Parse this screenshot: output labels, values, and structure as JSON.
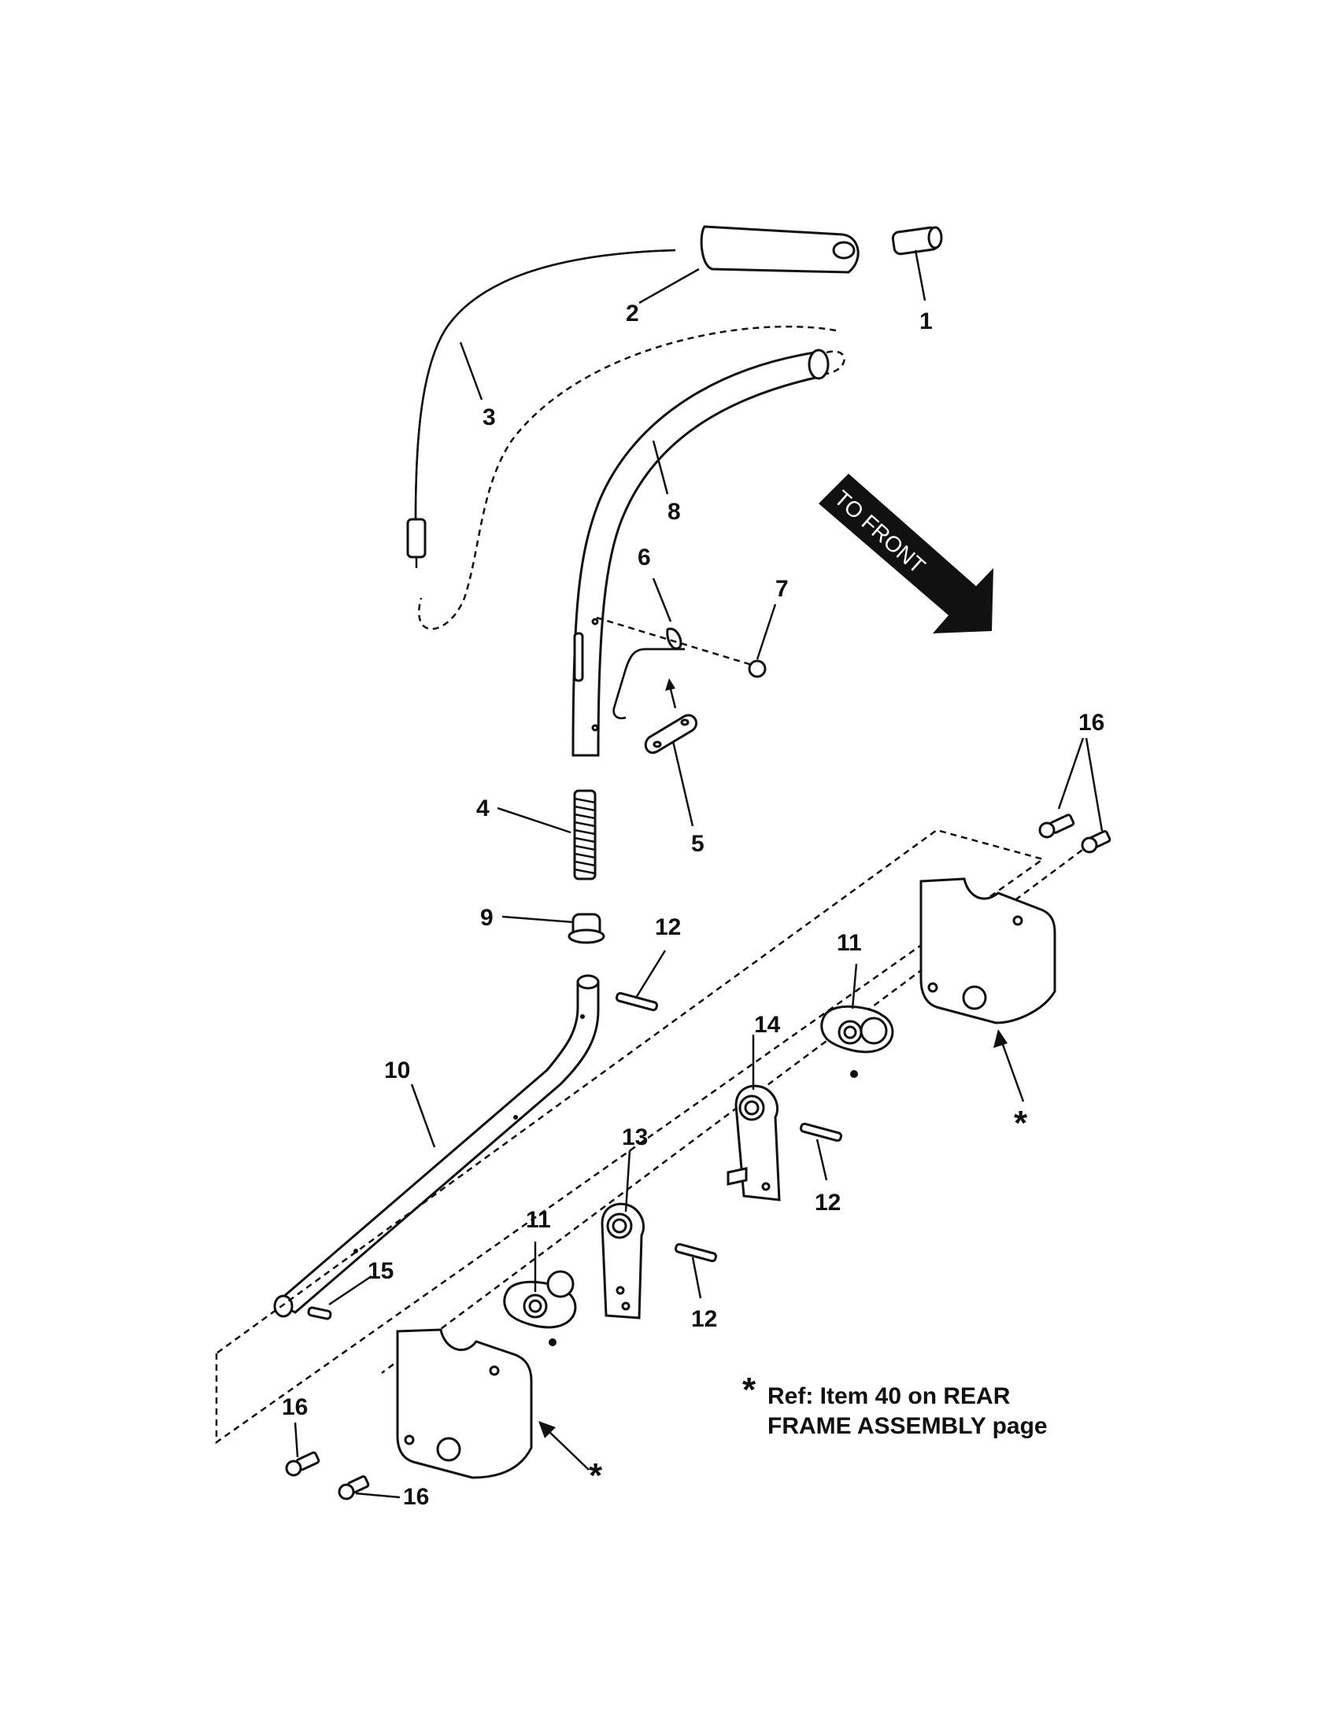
{
  "direction_label": "TO FRONT",
  "note": {
    "star": "*",
    "line1": "Ref: Item 40 on REAR",
    "line2": "FRAME ASSEMBLY page"
  },
  "callouts": {
    "c1": "1",
    "c2": "2",
    "c3": "3",
    "c4": "4",
    "c5": "5",
    "c6": "6",
    "c7": "7",
    "c8": "8",
    "c9": "9",
    "c10": "10",
    "c11a": "11",
    "c11b": "11",
    "c12a": "12",
    "c12b": "12",
    "c12c": "12",
    "c13": "13",
    "c14": "14",
    "c15": "15",
    "c16a": "16",
    "c16b": "16",
    "c16c": "16",
    "star_a": "*",
    "star_b": "*"
  }
}
